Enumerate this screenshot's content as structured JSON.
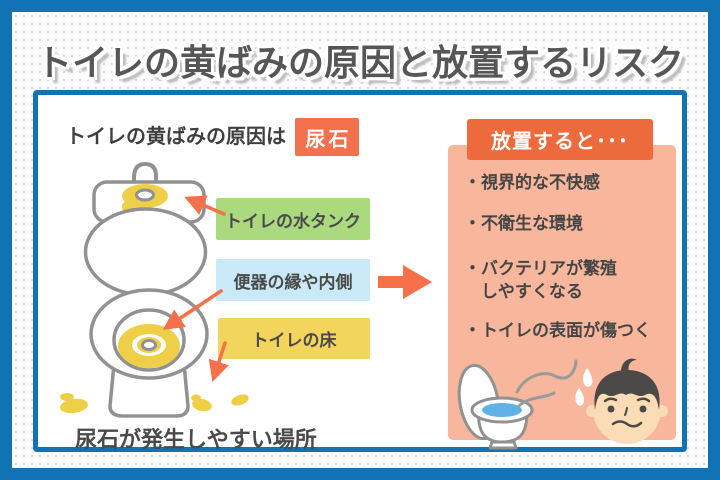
{
  "title": "トイレの黄ばみの原因と放置するリスク",
  "left": {
    "heading": "トイレの黄ばみの原因は",
    "badge": "尿石",
    "labels": [
      {
        "text": "トイレの水タンク",
        "color": "#abd97e"
      },
      {
        "text": "便器の縁や内側",
        "color": "#c9e9f7"
      },
      {
        "text": "トイレの床",
        "color": "#f3d45c"
      }
    ],
    "caption": "尿石が発生しやすい場所"
  },
  "right": {
    "header": "放置すると･･･",
    "bullet_char": "・",
    "bullets": [
      "視界的な不快感",
      "不衛生な環境",
      "バクテリアが繁殖\nしやすくなる",
      "トイレの表面が傷つく"
    ]
  },
  "icons": {
    "toilet_front": "toilet-front-view-with-yellow-stains",
    "toilet_side": "toilet-side-view-with-odor-lines",
    "worried_face": "worried-boy-face-with-sweat-drops",
    "flow_arrow": "right-arrow",
    "pointer_arrows": "orange-pointer-arrows"
  },
  "colors": {
    "frame_blue": "#1173b4",
    "orange": "#ed6a3c",
    "badge_orange": "#f3714d",
    "arrow_orange": "#f4714a",
    "salmon": "#f8b79c",
    "green": "#abd97e",
    "light_blue": "#c9e9f7",
    "label_yellow": "#f3d45c",
    "stain_yellow": "#f0cf48",
    "water_blue": "#5fb2e6",
    "line_gray": "#919191",
    "text_dark": "#4a4a4a"
  }
}
